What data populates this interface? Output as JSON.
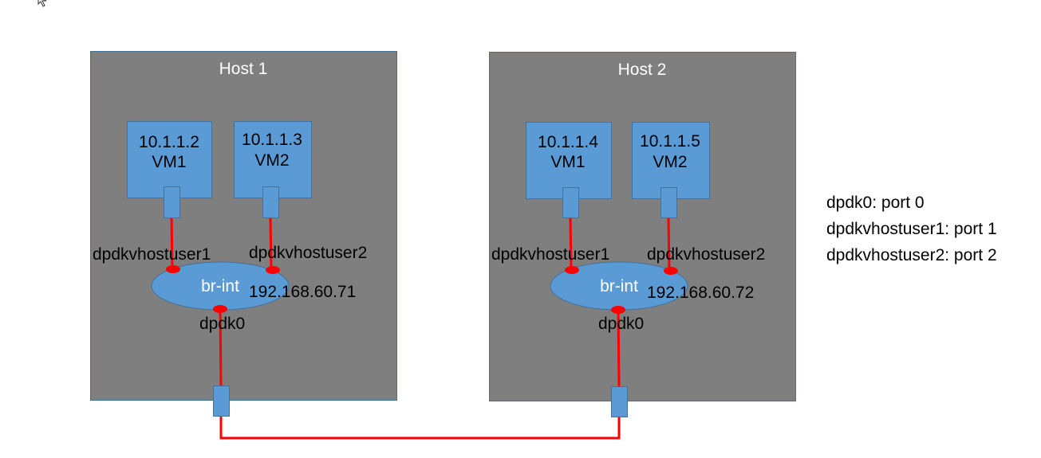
{
  "hosts": [
    {
      "title": "Host 1",
      "vms": [
        {
          "ip": "10.1.1.2",
          "name": "VM1"
        },
        {
          "ip": "10.1.1.3",
          "name": "VM2"
        }
      ],
      "port_labels": [
        "dpdkvhostuser1",
        "dpdkvhostuser2"
      ],
      "bridge": "br-int",
      "bridge_ip": "192.168.60.71",
      "uplink_label": "dpdk0"
    },
    {
      "title": "Host 2",
      "vms": [
        {
          "ip": "10.1.1.4",
          "name": "VM1"
        },
        {
          "ip": "10.1.1.5",
          "name": "VM2"
        }
      ],
      "port_labels": [
        "dpdkvhostuser1",
        "dpdkvhostuser2"
      ],
      "bridge": "br-int",
      "bridge_ip": "192.168.60.72",
      "uplink_label": "dpdk0"
    }
  ],
  "legend": [
    "dpdk0: port 0",
    "dpdkvhostuser1: port 1",
    "dpdkvhostuser2: port 2"
  ],
  "colors": {
    "host_fill": "#7f7f7f",
    "host_border": "#41719c",
    "node_fill": "#5b9bd5",
    "link": "#ff0000"
  }
}
